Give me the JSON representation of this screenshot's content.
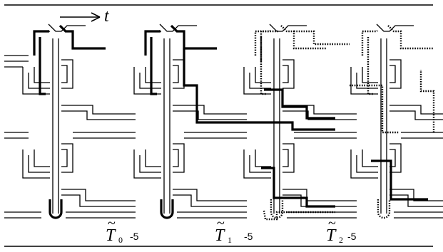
{
  "time_label": "t",
  "labels": [
    {
      "letter": "T",
      "tilde": "~",
      "subscript": "0",
      "exponent": "-5"
    },
    {
      "letter": "T",
      "tilde": "~",
      "subscript": "1",
      "exponent": "-5"
    },
    {
      "letter": "T",
      "tilde": "~",
      "subscript": "2",
      "exponent": "-5"
    }
  ]
}
